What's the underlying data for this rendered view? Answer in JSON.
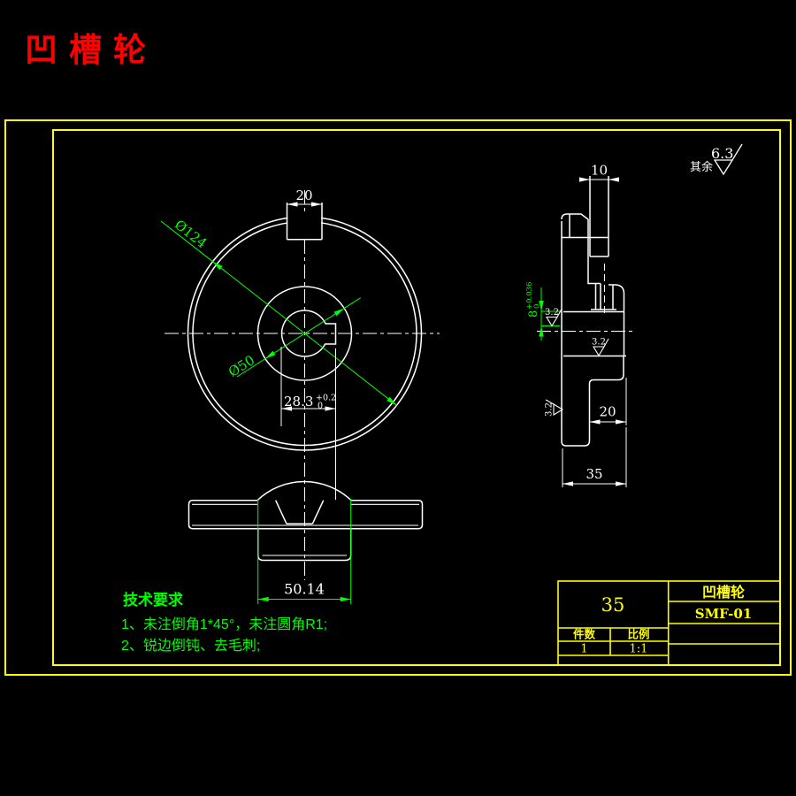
{
  "title": "凹槽轮",
  "colors": {
    "background": "#000000",
    "geometry": "#ffffff",
    "dimension_accent": "#00ff00",
    "frame": "#ffff00",
    "title_red": "#ff0000"
  },
  "surface_note": {
    "prefix": "其余",
    "roughness": "6.3"
  },
  "views": {
    "front": {
      "dim_slot_width": "20",
      "dim_outer_diameter": "Ø124",
      "dim_boss_diameter": "Ø50",
      "dim_keyway": {
        "nominal": "28.3",
        "upper": "+0.2",
        "lower": "0"
      }
    },
    "side": {
      "dim_tab_width": "10",
      "dim_keyway_width": {
        "nominal": "8",
        "upper": "+0.036",
        "lower": "0"
      },
      "dim_hub_step": "20",
      "dim_thickness": "35",
      "roughness_marks": [
        "3.2",
        "3.2",
        "3.2"
      ]
    },
    "bottom": {
      "dim_boss_width": "50.14"
    }
  },
  "tech_requirements": {
    "heading": "技术要求",
    "items": [
      "1、未注倒角1*45°，未注圆角R1;",
      "2、锐边倒钝、去毛刺;"
    ]
  },
  "title_block": {
    "material": "35",
    "part_name": "凹槽轮",
    "drawing_number": "SMF-01",
    "quantity_label": "件数",
    "quantity_value": "1",
    "scale_label": "比例",
    "scale_value": "1:1"
  }
}
